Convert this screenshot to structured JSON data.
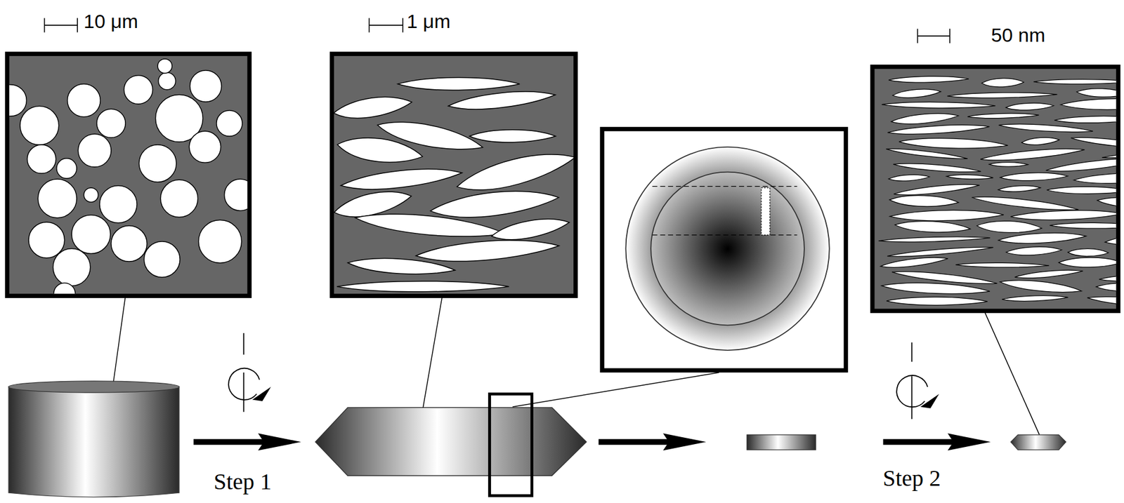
{
  "diagram": {
    "labels": [
      "10 μm",
      "1 μm",
      "50 nm",
      "Step 1",
      "Step 2"
    ]
  }
}
